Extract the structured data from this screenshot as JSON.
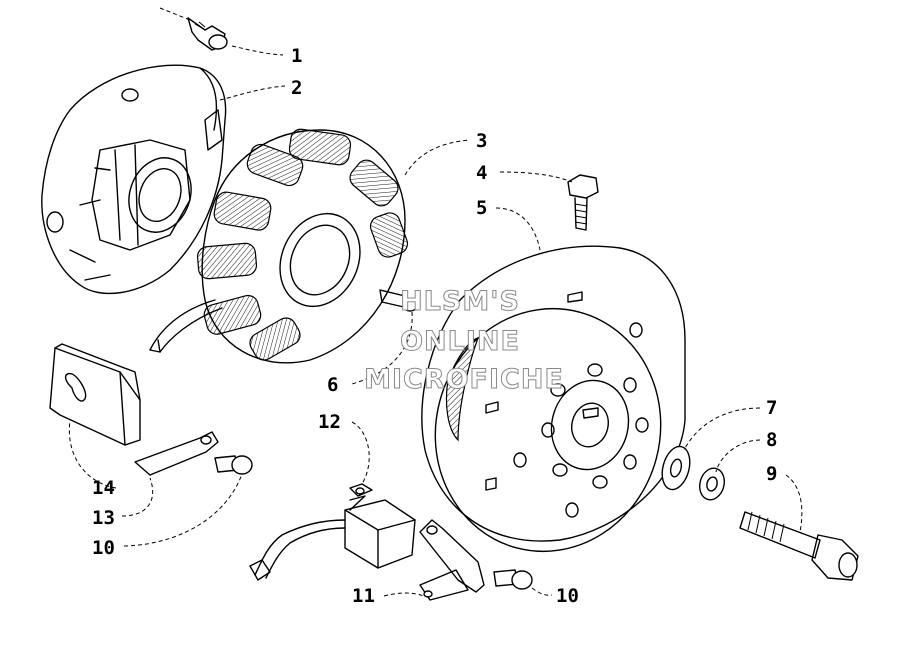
{
  "watermark": {
    "line1": "HLSM'S",
    "line2": "ONLINE",
    "line3": "MICROFICHE"
  },
  "callouts": [
    "1",
    "2",
    "3",
    "4",
    "5",
    "6",
    "7",
    "8",
    "9",
    "10",
    "10",
    "11",
    "12",
    "13",
    "14"
  ],
  "colors": {
    "ink": "#000000",
    "paper": "#ffffff",
    "watermark_outline": "#8a8a8a"
  }
}
